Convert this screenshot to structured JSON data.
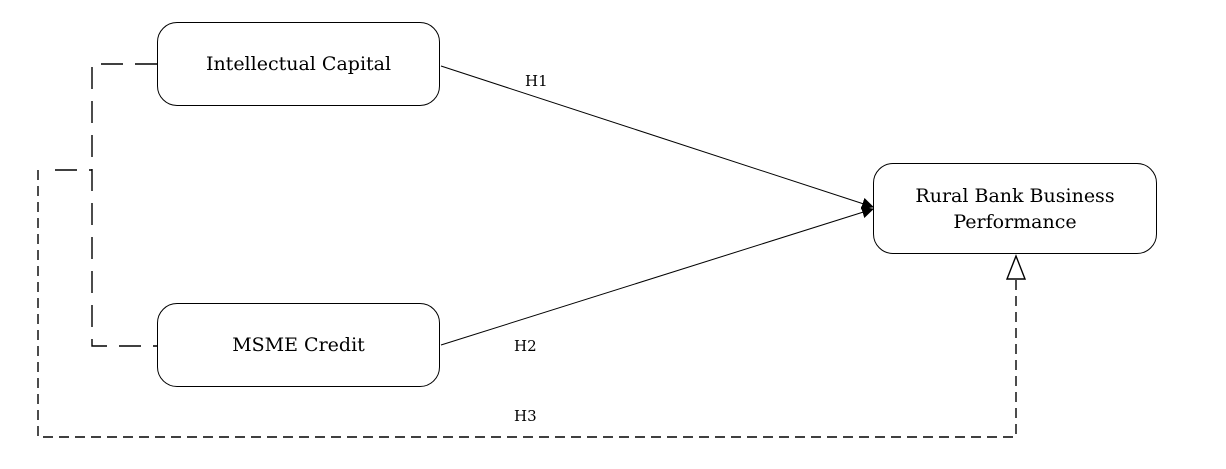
{
  "nodes": {
    "intellectual_capital": "Intellectual Capital",
    "msme_credit": "MSME Credit",
    "rural_bank_line1": "Rural Bank Business",
    "rural_bank_line2": "Performance"
  },
  "hypotheses": {
    "h1": "H1",
    "h2": "H2",
    "h3": "H3"
  }
}
